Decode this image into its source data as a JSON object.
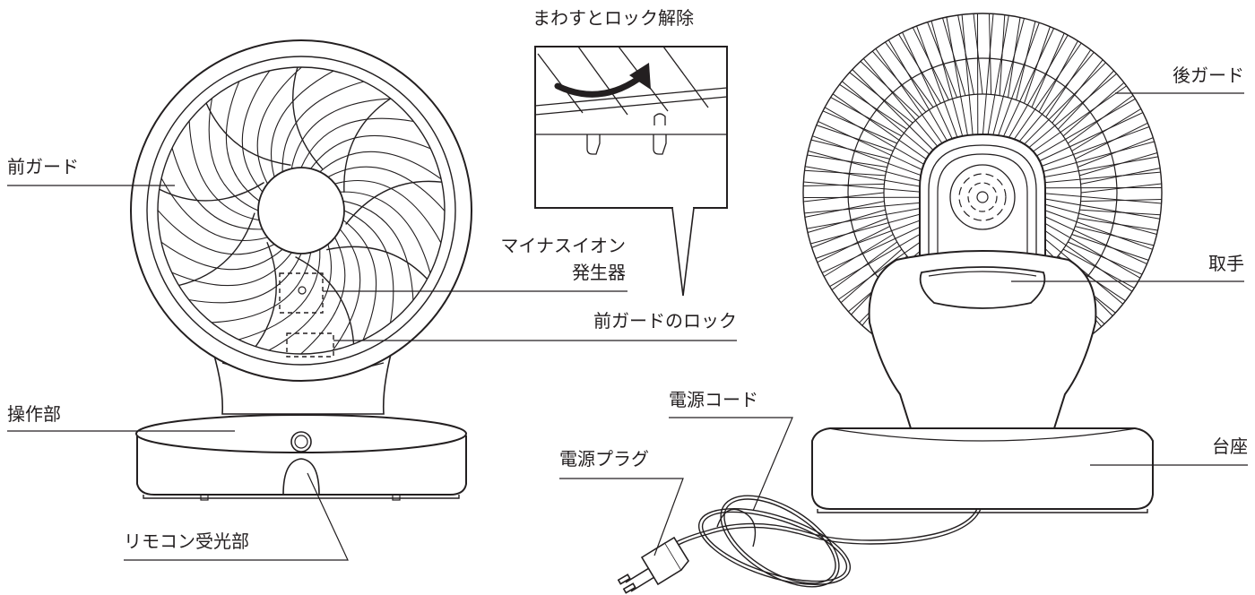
{
  "labels": {
    "front_guard": "前ガード",
    "minus_ion_line1": "マイナスイオン",
    "minus_ion_line2": "発生器",
    "front_guard_lock": "前ガードのロック",
    "control_panel": "操作部",
    "remote_receiver": "リモコン受光部",
    "rotate_unlock": "まわすとロック解除",
    "rear_guard": "後ガード",
    "handle": "取手",
    "power_cord": "電源コード",
    "power_plug": "電源プラグ",
    "base": "台座"
  },
  "colors": {
    "line": "#231f20",
    "background": "#ffffff",
    "arrow": "#231f20"
  }
}
